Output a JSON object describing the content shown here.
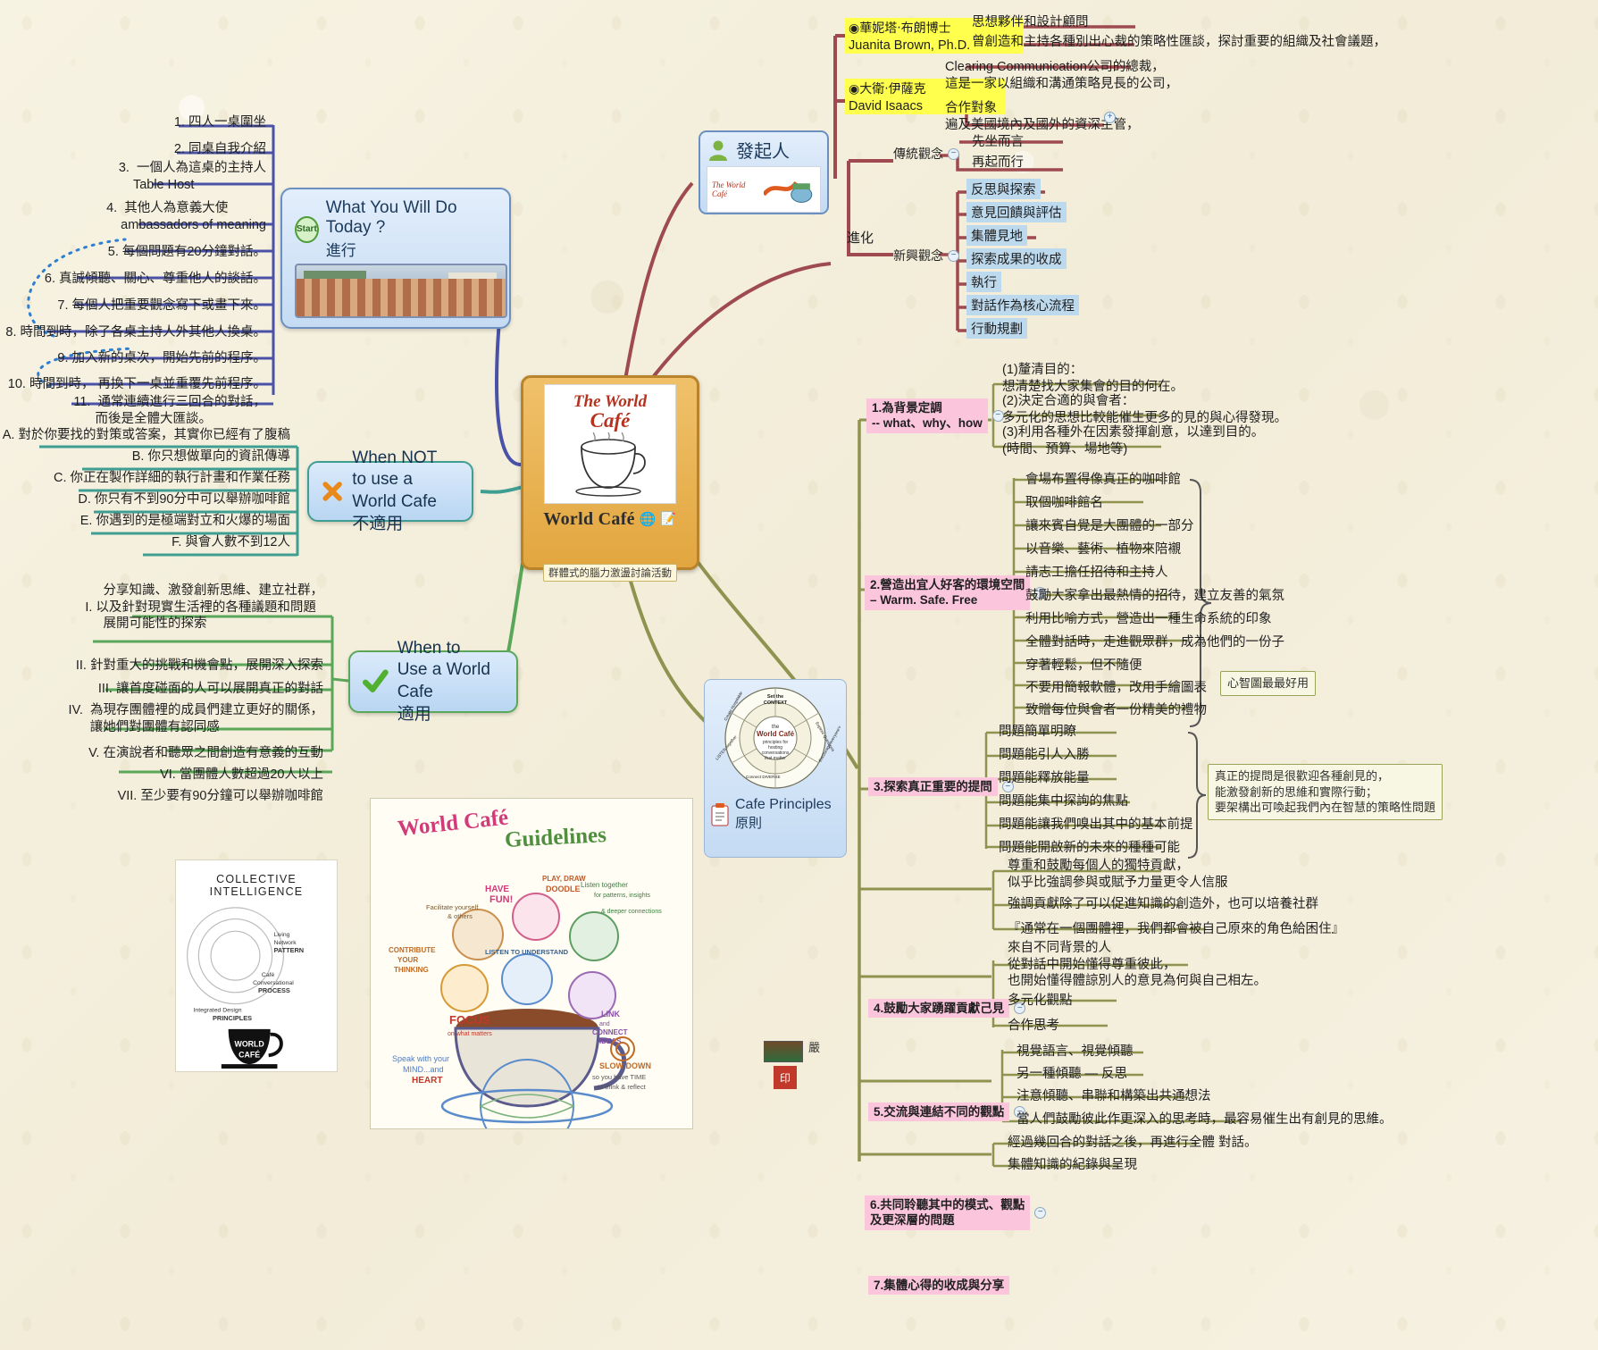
{
  "central": {
    "title": "World Café",
    "image_caption_line1": "The World",
    "image_caption_line2": "Café",
    "tag": "群體式的腦力激盪討論活動",
    "icons": [
      "globe-icon",
      "note-icon"
    ]
  },
  "branches": {
    "today": {
      "label_en": "What You Will Do Today ?",
      "label_zh": "進行",
      "start_badge": "Start",
      "items": [
        "1. 四人一桌圍坐",
        "2. 同桌自我介紹",
        "3.  一個人為這桌的主持人\n    Table Host",
        "4.  其他人為意義大使\n    ambassadors of meaning",
        "5. 每個問題有20分鐘對話。",
        "6. 真誠傾聽、關心、尊重他人的談話。",
        "7. 每個人把重要觀念寫下或畫下來。",
        "8. 時間到時，除了各桌主持人外其他人換桌。",
        "9. 加入新的桌次，開始先前的程序。",
        "10. 時間到時， 再換下一桌並重覆先前程序。",
        "11.  通常連續進行三回合的對話，\n      而後是全體大匯談。"
      ]
    },
    "when_not": {
      "label_en_l1": "When NOT",
      "label_en_l2": "to use a World Cafe",
      "label_zh": "不適用",
      "icon": "cross-x-icon",
      "items": [
        "A. 對於你要找的對策或答案，其實你已經有了腹稿",
        "B. 你只想做單向的資訊傳導",
        "C. 你正在製作詳細的執行計畫和作業任務",
        "D. 你只有不到90分中可以舉辦咖啡館",
        "E. 你遇到的是極端對立和火爆的場面",
        "F. 與會人數不到12人"
      ]
    },
    "when_to": {
      "label_en_l1": "When to",
      "label_en_l2": "Use a World Cafe",
      "label_zh": "適用",
      "icon": "check-mark-icon",
      "items": [
        "     分享知識、激發創新思維、建立社群，\nI. 以及針對現實生活裡的各種議題和問題\n     展開可能性的探索",
        "II. 針對重大的挑戰和機會點，展開深入探索",
        "III. 讓首度碰面的人可以展開真正的對話",
        "IV.  為現存團體裡的成員們建立更好的關係，\n      讓她們對團體有認同感",
        "V. 在演說者和聽眾之間創造有意義的互動",
        "VI. 當團體人數超過20人以上",
        "VII. 至少要有90分鐘可以舉辦咖啡館"
      ]
    },
    "founders": {
      "label": "發起人",
      "icon": "person-icon",
      "image_caption": "The World Café",
      "people": [
        {
          "name_zh": "◉華妮塔‧布朗博士",
          "name_en": "Juanita Brown, Ph.D.",
          "notes": [
            "思想夥伴和設計顧問",
            "曾創造和主持各種別出心裁的策略性匯談，探討重要的組織及社會議題，"
          ]
        },
        {
          "name_zh": "◉大衛‧伊薩克",
          "name_en": "David Isaacs",
          "notes": [
            "Clearing Communication公司的總裁，\n這是一家以組織和溝通策略見長的公司，",
            "合作對象\n遍及美國境內及國外的資深主管，"
          ]
        }
      ]
    },
    "evolution": {
      "label": "進化",
      "groups": [
        {
          "label": "傳統觀念",
          "items": [
            "先坐而言",
            "再起而行"
          ]
        },
        {
          "label": "新興觀念",
          "items": [
            "反思與探索",
            "意見回饋與評估",
            "集體見地",
            "探索成果的收成",
            "執行",
            "對話作為核心流程",
            "行動規劃"
          ]
        }
      ]
    },
    "principles_node": {
      "label_en": "Cafe Principles",
      "label_zh": "原則",
      "icon": "clipboard-icon",
      "wheel_center_l1": "the",
      "wheel_center_l2": "World Café",
      "wheel_center_l3": "principles for",
      "wheel_center_l4": "hosting",
      "wheel_center_l5": "conversations",
      "wheel_center_l6": "that matter",
      "wheel_top": "Set the\nCONTEXT",
      "wheel_labels": [
        "Create Hospitable SPACE",
        "Explore Questions That MATTER",
        "Encourage everyone's CONTRIBUTION",
        "Connect DIVERSE PERSPECTIVES",
        "LISTEN together for patterns & insights",
        "SHARE Collective DISCOVERIES"
      ]
    },
    "numbered": [
      {
        "label": "1.為背景定調\n-- what、why、how",
        "items": [
          "(1)釐清目的：\n想清楚找大家集會的目的何在。",
          "(2)決定合適的與會者：\n多元化的思想比較能催生更多的見的與心得發現。",
          "(3)利用各種外在因素發揮創意，以達到目的。\n(時間、預算、場地等)"
        ]
      },
      {
        "label": "2.營造出宜人好客的環境空間\n– Warm. Safe. Free",
        "items": [
          "會場布置得像真正的咖啡館",
          "取個咖啡館名",
          "讓來賓自覺是大團體的一部分",
          "以音樂、藝術、植物來陪襯",
          "請志工擔任招待和主持人",
          "鼓勵大家拿出最熱情的招待，建立友善的氣氛",
          "利用比喻方式，營造出一種生命系統的印象",
          "全體對話時，走進觀眾群，成為他們的一份子",
          "穿著輕鬆，但不隨便",
          "不要用簡報軟體，改用手繪圖表",
          "致贈每位與會者一份精美的禮物"
        ],
        "side_note": "心智圖最最好用"
      },
      {
        "label": "3.探索真正重要的提問",
        "items": [
          "問題簡單明瞭",
          "問題能引人入勝",
          "問題能釋放能量",
          "問題能集中探詢的焦點",
          "問題能讓我們嗅出其中的基本前提",
          "問題能開啟新的未來的種種可能"
        ],
        "side_note": "真正的提問是很歡迎各種創見的，\n能激發創新的思維和實際行動；\n要架構出可喚起我們內在智慧的策略性問題"
      },
      {
        "label": "4.鼓勵大家踴躍貢獻己見",
        "items": [
          "尊重和鼓勵每個人的獨特貢獻，\n似乎比強調參與或賦予力量更令人信服",
          "強調貢獻除了可以促進知識的創造外，也可以培養社群",
          "『通常在一個團體裡，我們都會被自己原來的角色給困住』"
        ]
      },
      {
        "label": "5.交流與連結不同的觀點",
        "items": [
          "來自不同背景的人\n從對話中開始懂得尊重彼此，\n也開始懂得體諒別人的意見為何與自己相左。",
          "多元化觀點",
          "合作思考"
        ]
      },
      {
        "label": "6.共同聆聽其中的模式、觀點\n及更深層的問題",
        "items": [
          "視覺語言、視覺傾聽",
          "另一種傾聽 — 反思",
          "注意傾聽、串聯和構築出共通想法",
          "當人們鼓勵彼此作更深入的思考時，最容易催生出有創見的思維。"
        ]
      },
      {
        "label": "7.集體心得的收成與分享",
        "items": [
          "經過幾回合的對話之後，再進行全體 對話。",
          "集體知識的紀錄與呈現"
        ]
      }
    ]
  },
  "collective_intelligence_card": {
    "title_l1": "COLLECTIVE",
    "title_l2": "INTELLIGENCE",
    "ring_labels": [
      "Living\nNetwork\nPATTERN",
      "Café\nConversational\nPROCESS",
      "Integrated Design\nPRINCIPLES"
    ],
    "logo_l1": "WORLD",
    "logo_l2": "CAFÉ"
  },
  "poster": {
    "title_l1": "World Café",
    "title_l2": "Guidelines",
    "bubbles": [
      "HAVE\nFUN!",
      "PLAY, DRAW\nDOODLE",
      "Listen together\nfor patterns, insights",
      "& deeper connections",
      "Facilitate yourself\n& others",
      "CONTRIBUTE\nYOUR\nTHINKING",
      "LISTEN TO UNDERSTAND",
      "FOCUS\non what matters",
      "LINK\nand\nCONNECT\nIDEAS",
      "Speak with your\nMIND...and\nHEART",
      "SLOW DOWN\nso you have TIME\nto think & reflect"
    ]
  },
  "colors": {
    "central_fill": "#e2a63f",
    "central_border": "#b9832c",
    "branch_blue": "#4a52a8",
    "branch_teal": "#3f9e92",
    "branch_green": "#5aa75a",
    "branch_maroon": "#9e4a4f",
    "branch_olive": "#8f9350",
    "pink_label": "#fbc5dc",
    "yellow_highlight": "#ffff4d",
    "blue_highlight": "#bcd9ee"
  }
}
